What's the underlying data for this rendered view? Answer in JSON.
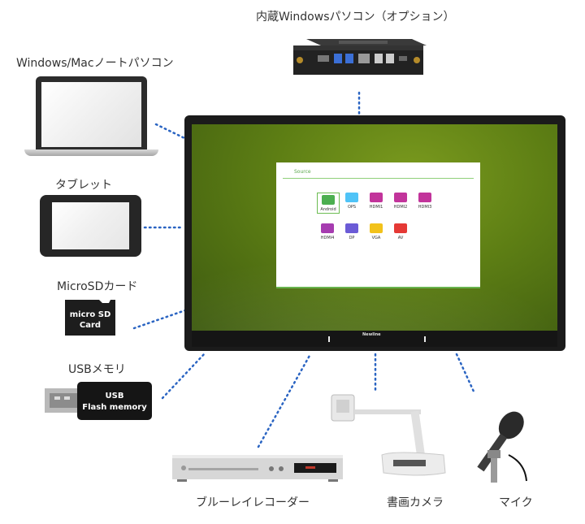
{
  "labels": {
    "pc": "内蔵Windowsパソコン（オプション）",
    "laptop": "Windows/Macノートパソコン",
    "tablet": "タブレット",
    "microsd": "MicroSDカード",
    "usb": "USBメモリ",
    "bluray": "ブルーレイレコーダー",
    "document_camera": "書画カメラ",
    "mic": "マイク"
  },
  "screen": {
    "source_title": "Source",
    "brand": "Newline",
    "sources": [
      {
        "label": "Android",
        "color": "#4caf50",
        "selected": true
      },
      {
        "label": "OPS",
        "color": "#4fc3f7",
        "selected": false
      },
      {
        "label": "HDMI1",
        "color": "#c2349b",
        "selected": false
      },
      {
        "label": "HDMI2",
        "color": "#c2349b",
        "selected": false
      },
      {
        "label": "HDMI3",
        "color": "#c2349b",
        "selected": false
      },
      {
        "label": "HDMI4",
        "color": "#a63cb0",
        "selected": false
      },
      {
        "label": "DP",
        "color": "#6b5bd6",
        "selected": false
      },
      {
        "label": "VGA",
        "color": "#f2c21b",
        "selected": false
      },
      {
        "label": "AV",
        "color": "#e53935",
        "selected": false
      }
    ]
  },
  "device_text": {
    "sd_line1": "micro SD",
    "sd_line2": "Card",
    "usb_line1": "USB",
    "usb_line2": "Flash memory"
  },
  "colors": {
    "connector": "#2a64c2",
    "bezel": "#1b1b1b",
    "screen_green": "#5d7e14"
  }
}
